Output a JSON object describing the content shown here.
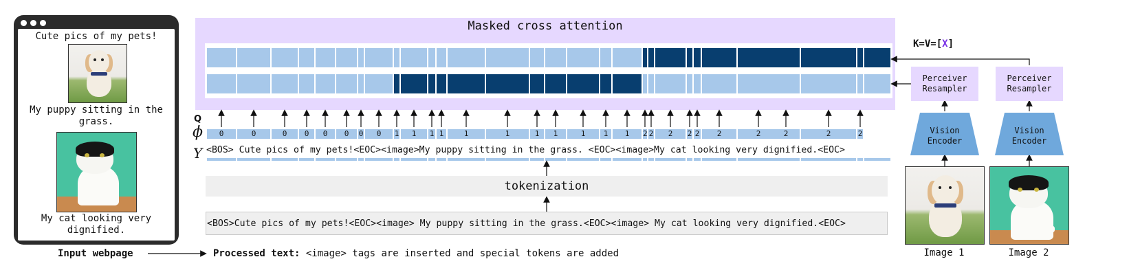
{
  "webpage": {
    "text_1": "Cute pics of my pets!",
    "caption_1_line1": "My puppy sitting in the",
    "caption_1_line2": "grass.",
    "caption_2_line1": "My cat looking very",
    "caption_2_line2": "dignified.",
    "footer_label": "Input webpage"
  },
  "attention": {
    "title": "Masked cross attention",
    "q_label": "Q",
    "phi_label": "ϕ",
    "y_label": "Y",
    "tokens_text": "<BOS> Cute pics of my pets!<EOC><image>My puppy sitting in the grass. <EOC><image>My cat looking very dignified.<EOC>",
    "phi_values": [
      "0",
      "0",
      "0",
      "0",
      "0",
      "0",
      "0",
      "0",
      "1",
      "1",
      "1",
      "1",
      "1",
      "1",
      "1",
      "1",
      "1",
      "1",
      "1",
      "2",
      "2",
      "2",
      "2",
      "2",
      "2",
      "2",
      "2",
      "2",
      "2"
    ]
  },
  "tokenization": {
    "label": "tokenization"
  },
  "processed": {
    "text": "<BOS>Cute pics of my pets!<EOC><image> My puppy sitting in the grass.<EOC><image> My cat looking very dignified.<EOC>",
    "caption_bold": "Processed text:",
    "caption_rest": " <image> tags are inserted and special tokens are added"
  },
  "right": {
    "kv_prefix": "K=V=[",
    "kv_x": "X",
    "kv_suffix": "]",
    "resampler_line1": "Perceiver",
    "resampler_line2": "Resampler",
    "encoder_line1": "Vision",
    "encoder_line2": "Encoder",
    "image_1_label": "Image 1",
    "image_2_label": "Image 2"
  },
  "colors": {
    "attention_panel": "#e6d8ff",
    "token_light": "#a7c8ea",
    "token_dark": "#083e6f",
    "encoder": "#6fa8dc",
    "kv_accent": "#7a33e6"
  }
}
